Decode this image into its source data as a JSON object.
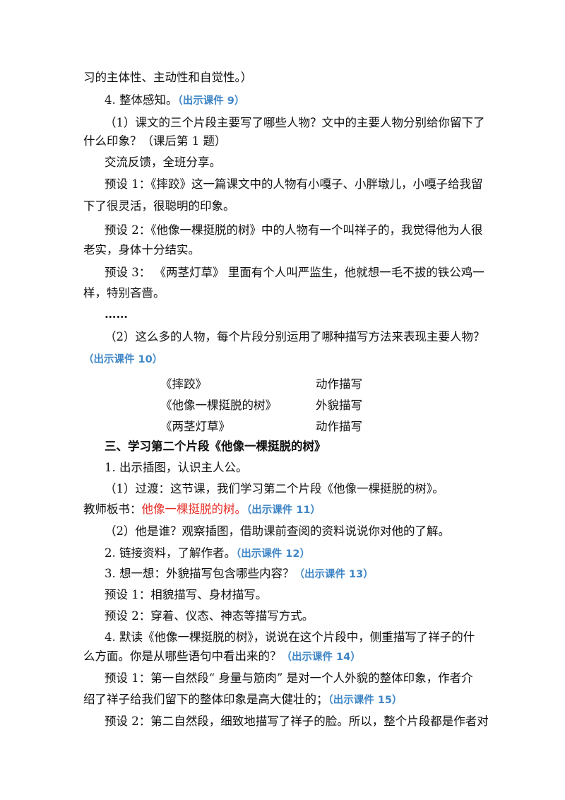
{
  "lines": {
    "l1": "习的主体性、主动性和自觉性。）",
    "l2a": "4. 整体感知。",
    "l2r": "（出示课件 9）",
    "l3": "（1）课文的三个片段主要写了哪些人物？文中的主要人物分别给你留下了",
    "l4": "什么印象？（课后第 1 题）",
    "l5": "交流反馈，全班分享。",
    "l6": "预设 1：《摔跤》这一篇课文中的人物有小嘎子、小胖墩儿，小嘎子给我留",
    "l7": "下了很灵活，很聪明的印象。",
    "l8": "预设 2：《他像一棵挺脱的树》中的人物有一个叫祥子的，我觉得他为人很",
    "l9": "老实，身体十分结实。",
    "l10": "预设 3：  《两茎灯草》  里面有个人叫严监生，他就想一毛不拔的铁公鸡一",
    "l11": "样，特别吝啬。",
    "l12": "……",
    "l13": "（2）这么多的人物，每个片段分别运用了哪种描写方法来表现主要人物？",
    "l14r": "（出示课件 10）",
    "l18": "三、学习第二个片段《他像一棵挺脱的树》",
    "l19": "1. 出示插图，认识主人公。",
    "l20": "（1）过渡：这节课，我们学习第二个片段《他像一棵挺脱的树》。",
    "l21a": "教师板书：",
    "l21b": "他像一棵挺脱的树。",
    "l21r": "（出示课件 11）",
    "l22": "（2）他是谁？观察插图，借助课前查阅的资料说说你对他的了解。",
    "l23a": "2. 链接资料，了解作者。",
    "l23r": "（出示课件 12）",
    "l24a": "3. 想一想：外貌描写包含哪些内容？",
    "l24r": "（出示课件 13）",
    "l25": "预设 1：相貌描写、身材描写。",
    "l26": "预设 2：穿着、仪态、神态等描写方式。",
    "l27": "4. 默读《他像一棵挺脱的树》，说说在这个片段中，侧重描写了祥子的什",
    "l28a": "么方面。你是从哪些语句中看出来的？",
    "l28r": "（出示课件 14）",
    "l29": "预设 1：第一自然段“ 身量与筋肉” 是对一个人外貌的整体印象，作者介",
    "l30a": "绍了祥子给我们留下的整体印象是高大健壮的；",
    "l30r": "（出示课件 15）",
    "l31": "预设 2：第二自然段，细致地描写了祥子的脸。所以，整个片段都是作者对"
  },
  "methods_table": [
    {
      "text": "《摔跤》",
      "method": "动作描写"
    },
    {
      "text": "《他像一棵挺脱的树》",
      "method": "外貌描写"
    },
    {
      "text": "《两茎灯草》",
      "method": "动作描写"
    }
  ]
}
